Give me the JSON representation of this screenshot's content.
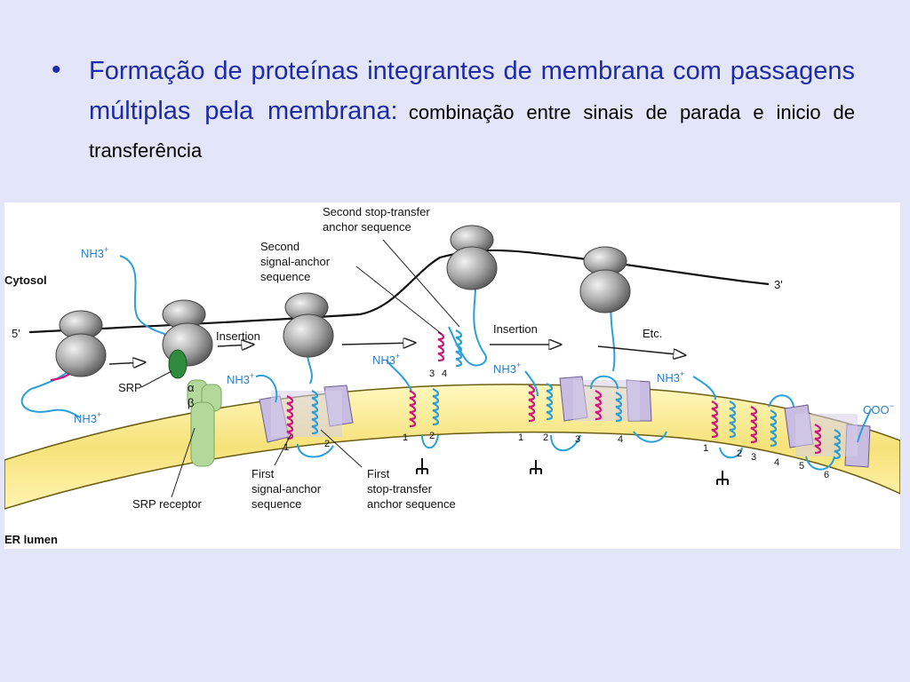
{
  "slide": {
    "bullet": "•",
    "heading": "Formação de proteínas integrantes de membrana com passagens múltiplas pela membrana:",
    "subheading": "combinação entre sinais de parada e inicio de transferência"
  },
  "figure": {
    "labels": {
      "cytosol": "Cytosol",
      "er_lumen": "ER lumen",
      "five_prime": "5'",
      "three_prime": "3'",
      "nh3": "NH3",
      "nh3_charge": "+",
      "coo": "COO",
      "coo_charge": "−",
      "srp": "SRP",
      "alpha": "α",
      "beta": "β",
      "srp_receptor": "SRP receptor",
      "insertion": "Insertion",
      "etc": "Etc.",
      "second_signal_anchor": [
        "Second",
        "signal-anchor",
        "sequence"
      ],
      "second_stop_transfer": [
        "Second stop-transfer",
        "anchor sequence"
      ],
      "first_signal_anchor": [
        "First",
        "signal-anchor",
        "sequence"
      ],
      "first_stop_transfer": [
        "First",
        "stop-transfer",
        "anchor sequence"
      ]
    },
    "segment_numbers": [
      "1",
      "2",
      "3",
      "4",
      "5",
      "6"
    ],
    "colors": {
      "signal_anchor": "#d4147a",
      "stop_transfer": "#2a9fd8",
      "protein_chain": "#2a9fd8",
      "membrane": "#f7e98a",
      "membrane_edge": "#8a7a1a",
      "translocon": "#c8bce0",
      "ribosome": "#9a9a9a",
      "srp": "#2e8b3e",
      "srp_receptor": "#b2d99a"
    }
  }
}
